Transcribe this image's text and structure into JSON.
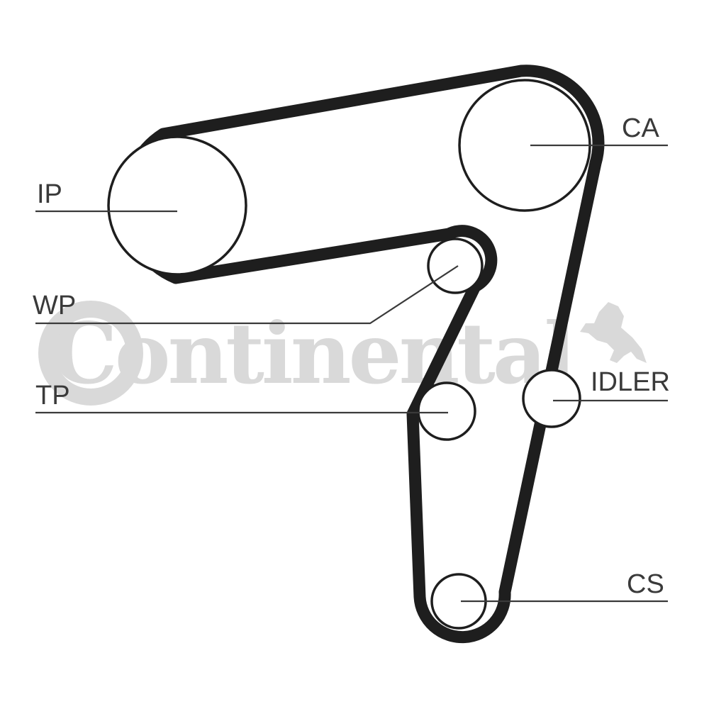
{
  "watermark": {
    "brand": "Continental",
    "logo": "horse-icon",
    "color": "#d9d9d9"
  },
  "belt_color": "#1e1e1e",
  "label_color": "#3a3a3a",
  "labels": {
    "ip": "IP",
    "ca": "CA",
    "wp": "WP",
    "tp": "TP",
    "idler": "IDLER",
    "cs": "CS"
  }
}
